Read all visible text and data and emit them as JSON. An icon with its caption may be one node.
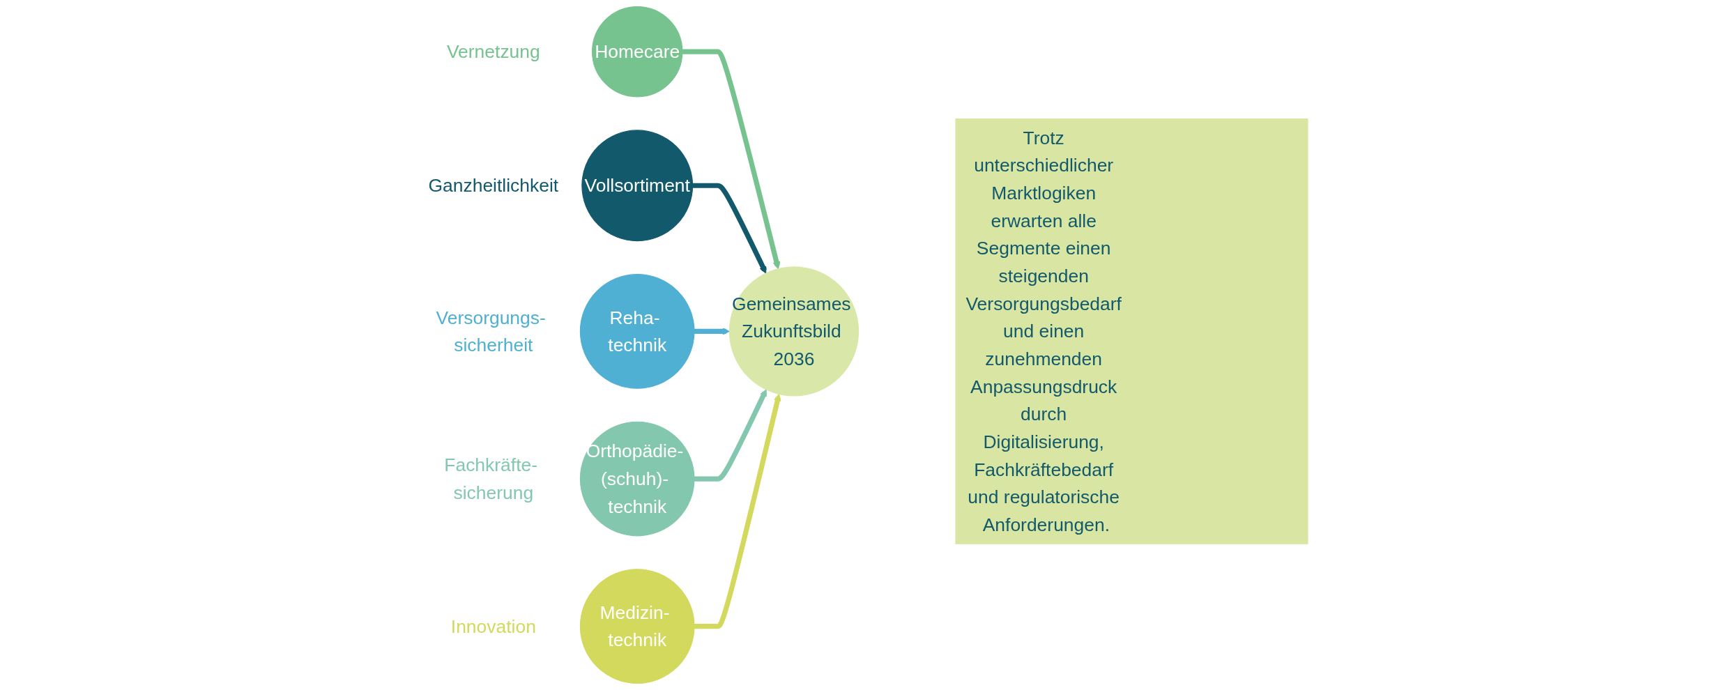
{
  "diagram": {
    "nodes": [
      {
        "text": [
          "Homecare"
        ],
        "beside": [
          "Vernetzung"
        ]
      },
      {
        "text": [
          "Vollsortiment"
        ],
        "beside": [
          "Ganzheitlichkeit"
        ]
      },
      {
        "text": [
          "Reha- technik"
        ],
        "beside": [
          "Versorgungs- sicherheit"
        ]
      },
      {
        "text": [
          "Gemeinsames Zukunftsbild 2036"
        ]
      },
      {
        "text": [
          "Orthopädie- (schuh)- technik"
        ],
        "beside": [
          "Fachkräfte- sicherung"
        ]
      },
      {
        "text": [
          "Medizin- technik"
        ],
        "beside": [
          "Innovation"
        ]
      },
      {
        "text": [
          "Trotz unterschiedlicher Marktlogiken erwarten alle Segmente einen steigenden Versorgungsbedarf und einen zunehmenden Anpassungsdruck durch Digitalisierung, Fachkräftebedarf und regulatorische Anforderungen."
        ]
      }
    ],
    "edges": [
      {
        "from": 0,
        "to": 3,
        "arrow": "to",
        "color": "#76c38f"
      },
      {
        "from": 1,
        "to": 3,
        "arrow": "to",
        "color": "#12596b"
      },
      {
        "from": 2,
        "to": 3,
        "arrow": "to",
        "color": "#4fb0d3"
      },
      {
        "from": 4,
        "to": 3,
        "arrow": "to",
        "color": "#83c8ae"
      },
      {
        "from": 5,
        "to": 3,
        "arrow": "to",
        "color": "#d2d95c"
      }
    ]
  }
}
